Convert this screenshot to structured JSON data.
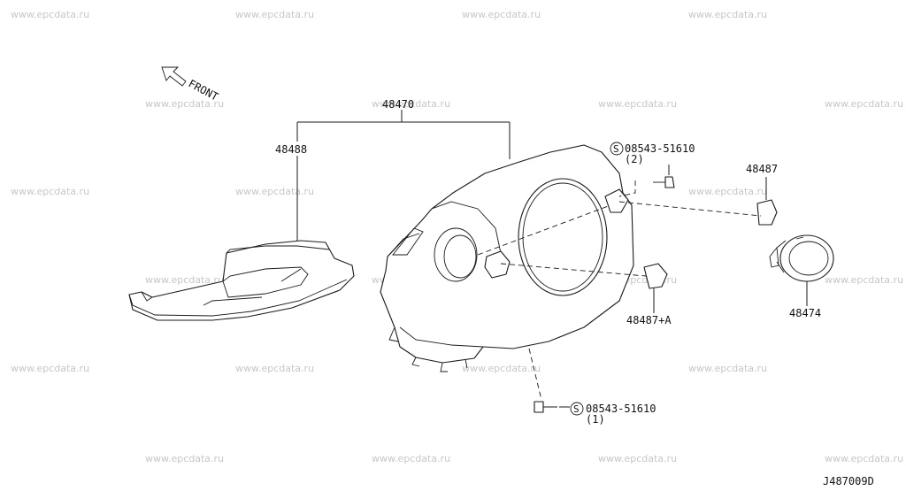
{
  "watermark": "www.epcdata.ru",
  "front_label": "FRONT",
  "labels": {
    "p48470": "48470",
    "p48488": "48488",
    "p48487": "48487",
    "p48487a": "48487+A",
    "p48474": "48474",
    "screw_top": "08543-51610",
    "screw_top_qty": "(2)",
    "screw_bottom": "08543-51610",
    "screw_bottom_qty": "(1)",
    "screw_symbol": "S",
    "diagram_code": "J487009D"
  }
}
